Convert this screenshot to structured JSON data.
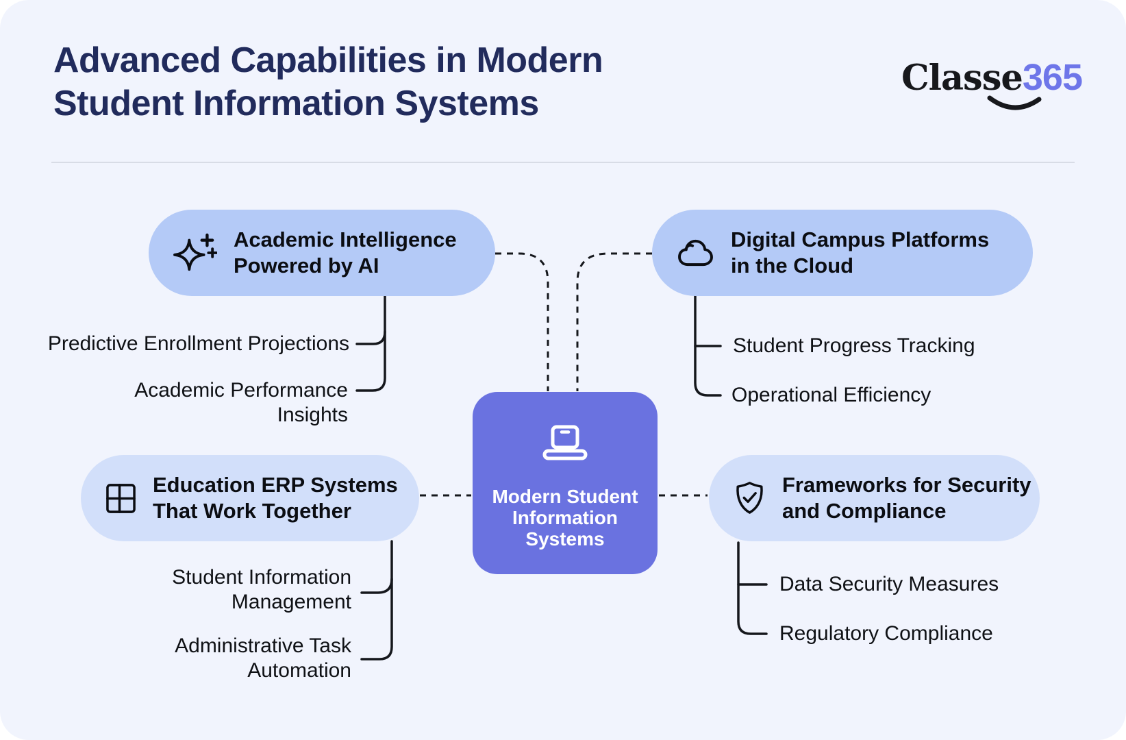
{
  "header": {
    "title": "Advanced Capabilities in Modern Student Information Systems",
    "logo": {
      "word": "Classe",
      "number": "365"
    }
  },
  "center": {
    "icon": "laptop-icon",
    "lines": [
      "Modern Student",
      "Information",
      "Systems"
    ]
  },
  "branches": [
    {
      "position": "top-left",
      "icon": "sparkles-icon",
      "title_lines": [
        "Academic Intelligence",
        "Powered by AI"
      ],
      "items": [
        "Predictive Enrollment Projections",
        "Academic Performance Insights"
      ]
    },
    {
      "position": "top-right",
      "icon": "cloud-icon",
      "title_lines": [
        "Digital Campus Platforms",
        "in the Cloud"
      ],
      "items": [
        "Student Progress Tracking",
        "Operational Efficiency"
      ]
    },
    {
      "position": "bottom-left",
      "icon": "grid-icon",
      "title_lines": [
        "Education ERP Systems",
        "That Work Together"
      ],
      "items": [
        "Student Information Management",
        "Administrative Task Automation"
      ]
    },
    {
      "position": "bottom-right",
      "icon": "shield-check-icon",
      "title_lines": [
        "Frameworks for Security",
        "and Compliance"
      ],
      "items": [
        "Data Security Measures",
        "Regulatory Compliance"
      ]
    }
  ],
  "colors": {
    "card_bg": "#f1f4fd",
    "pill_top": "#b4caf7",
    "pill_bottom": "#d2dffa",
    "center_box": "#6a72e0",
    "title_text": "#212b5c",
    "logo_number": "#6e76e9",
    "body_text": "#0f1115",
    "connector": "#15171c",
    "divider": "#d8dce6"
  }
}
